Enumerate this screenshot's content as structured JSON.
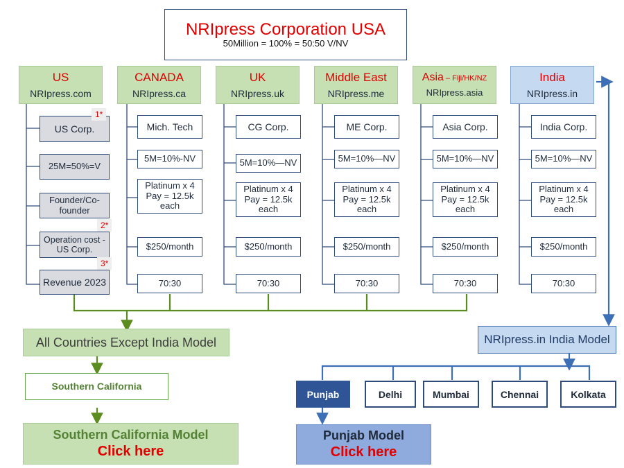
{
  "title": {
    "main": "NRIpress Corporation USA",
    "sub": "50Million = 100% = 50:50 V/NV"
  },
  "regions": [
    {
      "name": "US",
      "site": "NRIpress.com",
      "style": "green",
      "items": [
        "US Corp.",
        "25M=50%=V",
        "Founder/Co-founder",
        "Operation cost - US Corp.",
        "Revenue 2023"
      ]
    },
    {
      "name": "CANADA",
      "site": "NRIpress.ca",
      "style": "green",
      "items": [
        "Mich. Tech",
        "5M=10%-NV",
        "Platinum x 4\nPay = 12.5k each",
        "$250/month",
        "70:30"
      ]
    },
    {
      "name": "UK",
      "site": "NRIpress.uk",
      "style": "green",
      "items": [
        "CG Corp.",
        "5M=10%—NV",
        "Platinum x 4\nPay = 12.5k each",
        "$250/month",
        "70:30"
      ]
    },
    {
      "name": "Middle East",
      "site": "NRIpress.me",
      "style": "green",
      "items": [
        "ME Corp.",
        "5M=10%—NV",
        "Platinum x 4\nPay = 12.5k each",
        "$250/month",
        "70:30"
      ]
    },
    {
      "name": "Asia",
      "name_suffix": " – Fiji/HK/NZ",
      "site": "NRIpress.asia",
      "style": "green",
      "items": [
        "Asia Corp.",
        "5M=10%—NV",
        "Platinum x 4\nPay = 12.5k each",
        "$250/month",
        "70:30"
      ]
    },
    {
      "name": "India",
      "site": "NRIpress.in",
      "style": "blue",
      "items": [
        "India Corp.",
        "5M=10%—NV",
        "Platinum x 4\nPay = 12.5k each",
        "$250/month",
        "70:30"
      ]
    }
  ],
  "notes": [
    "1*",
    "2*",
    "3*"
  ],
  "left_flow": {
    "model": "All Countries Except India Model",
    "region": "Southern California",
    "final_title": "Southern California Model",
    "final_link": "Click here"
  },
  "right_flow": {
    "model": "NRIpress.in India Model",
    "cities": [
      "Punjab",
      "Delhi",
      "Mumbai",
      "Chennai",
      "Kolkata"
    ],
    "final_title": "Punjab Model",
    "final_link": "Click here"
  },
  "colors": {
    "red": "#e00000",
    "green_line": "#5b8c1f",
    "blue_line": "#3d6fb6",
    "dark_blue": "#2e4a7a"
  }
}
